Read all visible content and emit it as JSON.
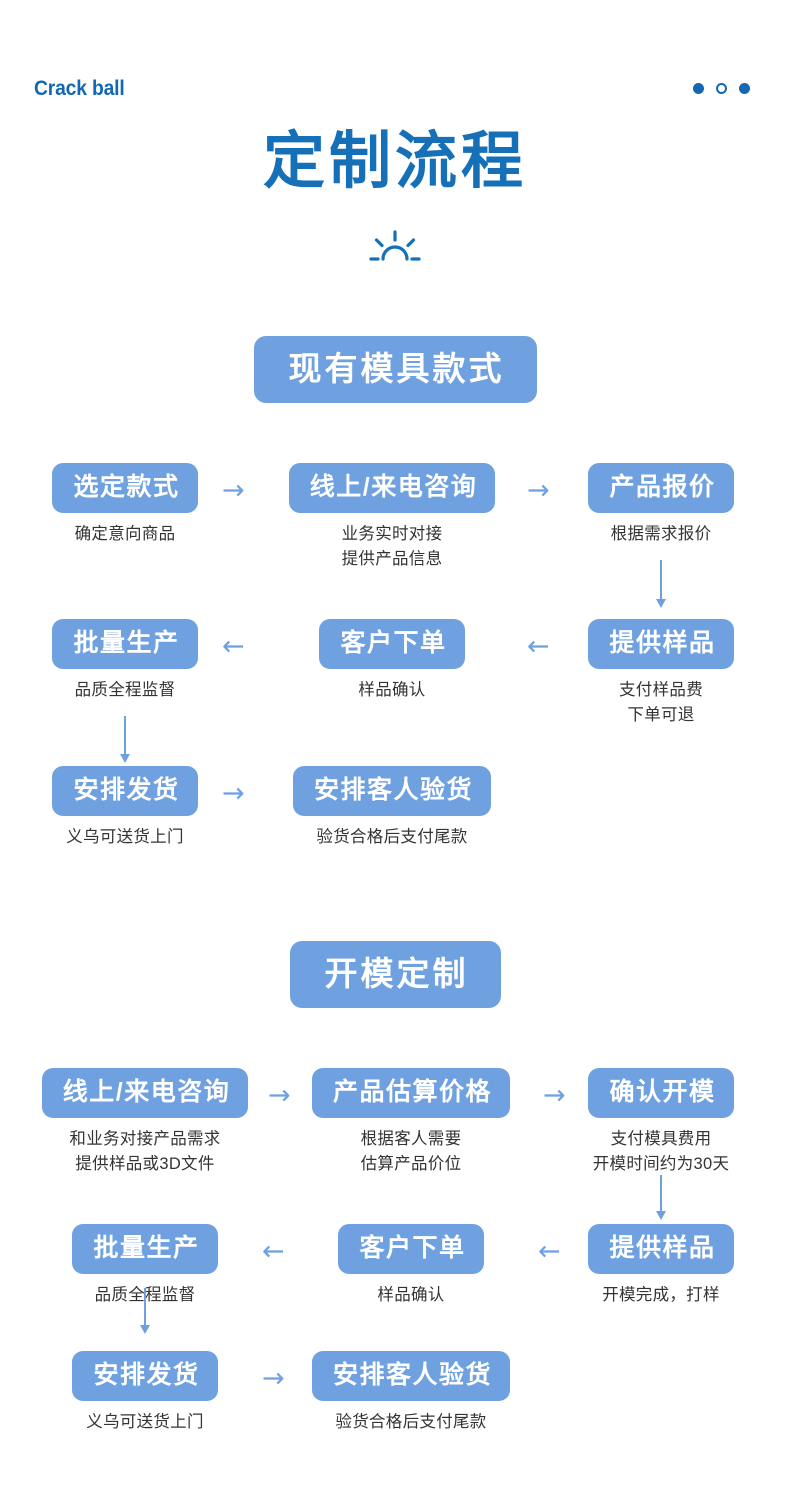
{
  "header": {
    "brand": "Crack ball",
    "dots": [
      {
        "name": "dot-1",
        "filled": true
      },
      {
        "name": "dot-2",
        "filled": false
      },
      {
        "name": "dot-3",
        "filled": true
      }
    ]
  },
  "page_title": "定制流程",
  "decor_icon": "sunrise-icon",
  "colors": {
    "brand_blue": "#1268b4",
    "title_blue": "#1570b8",
    "chip_blue": "#6fa1e0",
    "arrow_blue": "#6fa1e0",
    "caption_gray": "#333333",
    "background": "#ffffff"
  },
  "sections": [
    {
      "id": "existing-mold",
      "title": "现有模具款式",
      "rows": [
        {
          "direction": "right",
          "nodes": [
            {
              "label": "选定款式",
              "caption": [
                "确定意向商品"
              ]
            },
            {
              "label": "线上/来电咨询",
              "caption": [
                "业务实时对接",
                "提供产品信息"
              ]
            },
            {
              "label": "产品报价",
              "caption": [
                "根据需求报价"
              ]
            }
          ],
          "connectors": [
            "→",
            "→"
          ]
        },
        {
          "direction": "left",
          "nodes": [
            {
              "label": "批量生产",
              "caption": [
                "品质全程监督"
              ]
            },
            {
              "label": "客户下单",
              "caption": [
                "样品确认"
              ]
            },
            {
              "label": "提供样品",
              "caption": [
                "支付样品费",
                "下单可退"
              ]
            }
          ],
          "connectors": [
            "←",
            "←"
          ]
        },
        {
          "direction": "right",
          "nodes": [
            {
              "label": "安排发货",
              "caption": [
                "义乌可送货上门"
              ]
            },
            {
              "label": "安排客人验货",
              "caption": [
                "验货合格后支付尾款"
              ]
            }
          ],
          "connectors": [
            "→"
          ]
        }
      ],
      "vertical_connectors": [
        "down-arrow-right-column",
        "down-arrow-left-column"
      ]
    },
    {
      "id": "custom-mold",
      "title": "开模定制",
      "rows": [
        {
          "direction": "right",
          "nodes": [
            {
              "label": "线上/来电咨询",
              "caption": [
                "和业务对接产品需求",
                "提供样品或3D文件"
              ]
            },
            {
              "label": "产品估算价格",
              "caption": [
                "根据客人需要",
                "估算产品价位"
              ]
            },
            {
              "label": "确认开模",
              "caption": [
                "支付模具费用",
                "开模时间约为30天"
              ]
            }
          ],
          "connectors": [
            "→",
            "→"
          ]
        },
        {
          "direction": "left",
          "nodes": [
            {
              "label": "批量生产",
              "caption": [
                "品质全程监督"
              ]
            },
            {
              "label": "客户下单",
              "caption": [
                "样品确认"
              ]
            },
            {
              "label": "提供样品",
              "caption": [
                "开模完成，打样"
              ]
            }
          ],
          "connectors": [
            "←",
            "←"
          ]
        },
        {
          "direction": "right",
          "nodes": [
            {
              "label": "安排发货",
              "caption": [
                "义乌可送货上门"
              ]
            },
            {
              "label": "安排客人验货",
              "caption": [
                "验货合格后支付尾款"
              ]
            }
          ],
          "connectors": [
            "→"
          ]
        }
      ],
      "vertical_connectors": [
        "down-arrow-right-column",
        "down-arrow-left-column"
      ]
    }
  ]
}
